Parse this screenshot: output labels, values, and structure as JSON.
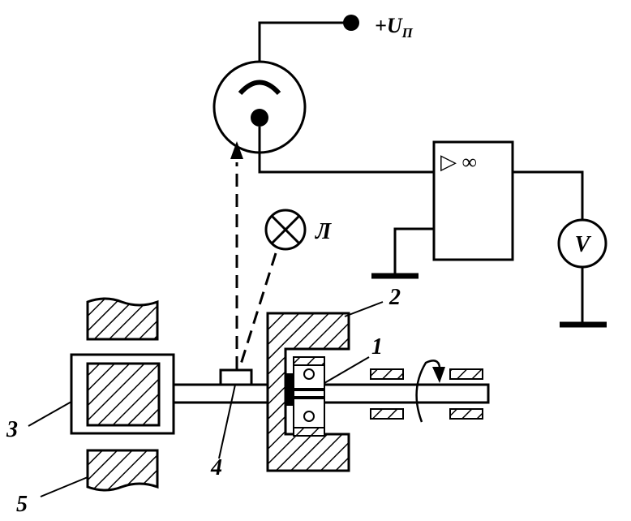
{
  "labels": {
    "supply": "+U",
    "supply_sub": "П",
    "lamp": "Л",
    "amplifier_symbol": "▷ ∞",
    "voltmeter": "V",
    "part_1": "1",
    "part_2": "2",
    "part_3": "3",
    "part_4": "4",
    "part_5": "5"
  }
}
